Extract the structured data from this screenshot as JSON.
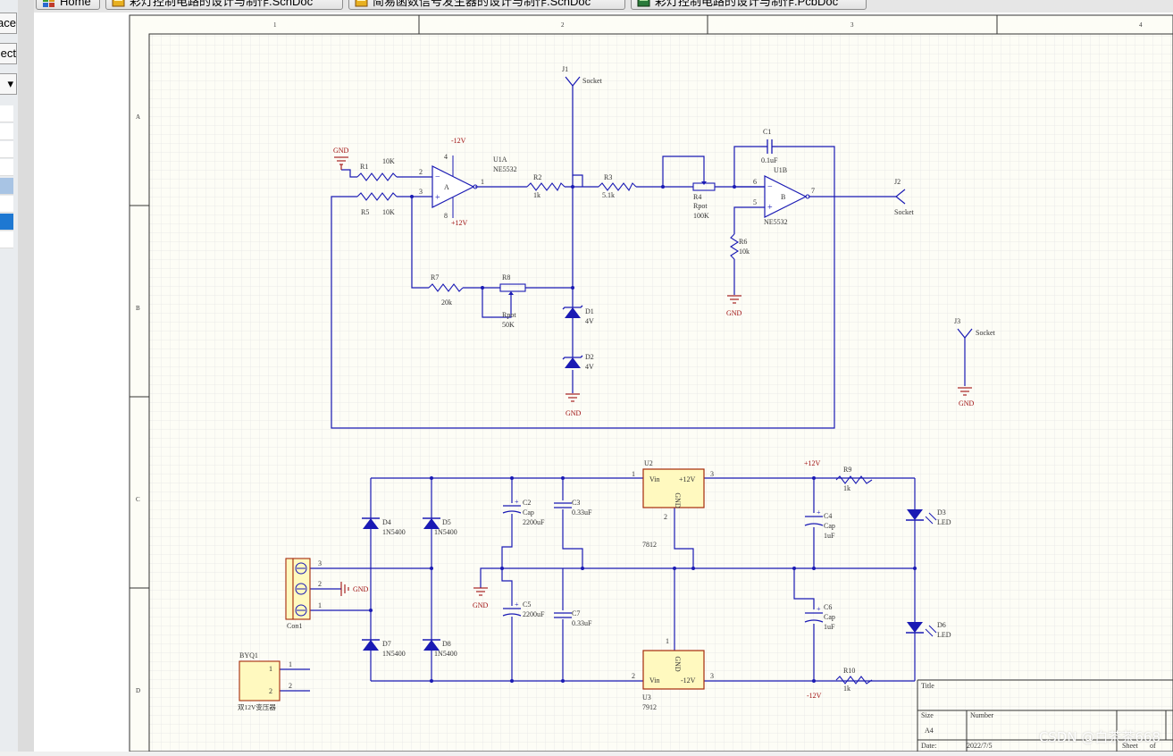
{
  "left_panel": {
    "buttons": [
      {
        "label": "Workspace"
      },
      {
        "label": "Project"
      }
    ],
    "dropdown_arrow": "chevron-down-icon"
  },
  "tabs": [
    {
      "label": "Home",
      "icon": "home-icon"
    },
    {
      "label": "彩灯控制电路的设计与制作.SchDoc",
      "icon": "schematic-doc-icon"
    },
    {
      "label": "简易函数信号发生器的设计与制作.SchDoc",
      "icon": "schematic-doc-icon"
    },
    {
      "label": "彩灯控制电路的设计与制作.PcbDoc",
      "icon": "pcb-doc-icon"
    }
  ],
  "sheet": {
    "col_labels": [
      "1",
      "2",
      "3",
      "4"
    ],
    "row_labels": [
      "A",
      "B",
      "C",
      "D"
    ],
    "title_block": {
      "title_label": "Title",
      "size_label": "Size",
      "size_value": "A4",
      "number_label": "Number",
      "date_label": "Date:",
      "date_value": "2022/7/5",
      "sheet_label": "Sheet",
      "of_label": "of"
    }
  },
  "schematic": {
    "opamp_a": {
      "ref": "U1A",
      "part": "NE5532",
      "unit": "A",
      "pin_inv": "2",
      "pin_noninv": "3",
      "pin_out": "1",
      "pin_vneg": "4",
      "pin_vpos": "8",
      "vneg": "-12V",
      "vpos": "+12V"
    },
    "opamp_b": {
      "ref": "U1B",
      "part": "NE5532",
      "unit": "B",
      "pin_inv": "6",
      "pin_noninv": "5",
      "pin_out": "7"
    },
    "resistors": [
      {
        "ref": "R1",
        "value": "10K"
      },
      {
        "ref": "R5",
        "value": "10K"
      },
      {
        "ref": "R2",
        "value": "1k"
      },
      {
        "ref": "R3",
        "value": "5.1k"
      },
      {
        "ref": "R6",
        "value": "10k"
      },
      {
        "ref": "R7",
        "value": "20k"
      },
      {
        "ref": "R9",
        "value": "1k"
      },
      {
        "ref": "R10",
        "value": "1k"
      }
    ],
    "pots": [
      {
        "ref": "R4",
        "type": "Rpot",
        "value": "100K"
      },
      {
        "ref": "R8",
        "type": "Rpot",
        "value": "50K"
      }
    ],
    "caps": [
      {
        "ref": "C1",
        "value": "0.1uF"
      },
      {
        "ref": "C2",
        "type": "Cap",
        "value": "2200uF"
      },
      {
        "ref": "C3",
        "value": "0.33uF"
      },
      {
        "ref": "C4",
        "type": "Cap",
        "value": "1uF"
      },
      {
        "ref": "C5",
        "type": "Cap",
        "value": "2200uF"
      },
      {
        "ref": "C6",
        "type": "Cap",
        "value": "1uF"
      },
      {
        "ref": "C7",
        "value": "0.33uF"
      }
    ],
    "zeners": [
      {
        "ref": "D1",
        "value": "4V"
      },
      {
        "ref": "D2",
        "value": "4V"
      }
    ],
    "bridge": [
      {
        "ref": "D4",
        "value": "1N5400"
      },
      {
        "ref": "D5",
        "value": "1N5400"
      },
      {
        "ref": "D7",
        "value": "1N5400"
      },
      {
        "ref": "D8",
        "value": "1N5400"
      }
    ],
    "leds": [
      {
        "ref": "D3",
        "value": "LED"
      },
      {
        "ref": "D6",
        "value": "LED"
      }
    ],
    "sockets": [
      {
        "ref": "J1",
        "value": "Socket"
      },
      {
        "ref": "J2",
        "value": "Socket"
      },
      {
        "ref": "J3",
        "value": "Socket"
      }
    ],
    "gnd_label": "GND",
    "pos12": "+12V",
    "neg12": "-12V",
    "u2": {
      "ref": "U2",
      "part": "7812",
      "vin": "Vin",
      "out": "+12V",
      "gnd": "GND",
      "pin1": "1",
      "pin2": "2",
      "pin3": "3"
    },
    "u3": {
      "ref": "U3",
      "part": "7912",
      "vin": "Vin",
      "out": "-12V",
      "gnd": "GND",
      "pin1": "1",
      "pin2": "2",
      "pin3": "3"
    },
    "con1": {
      "ref": "Con1",
      "pins": [
        "3",
        "2",
        "1"
      ]
    },
    "byq1": {
      "ref": "BYQ1",
      "label": "双12V变压器",
      "pins": [
        "1",
        "2"
      ],
      "out_pins": [
        "1",
        "2"
      ]
    }
  },
  "watermark": "CSDN @白茶茶668",
  "colors": {
    "wire": "#1a1ab4",
    "label_red": "#a01010",
    "grid": "#e4e4e4",
    "sheet_bg": "#fdfdf6",
    "component_fill": "#fff9bf",
    "component_stroke": "#a52a0a"
  }
}
